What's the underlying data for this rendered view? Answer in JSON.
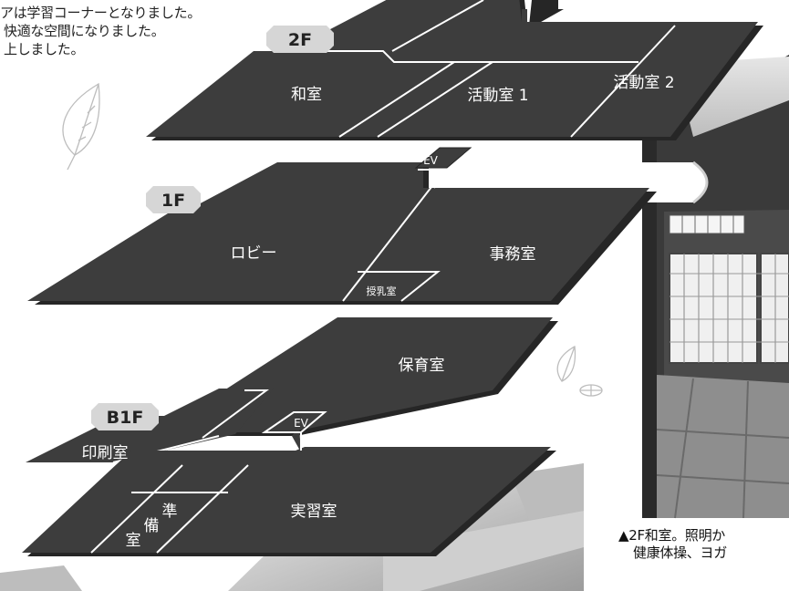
{
  "intro_text": {
    "line1": "アは学習コーナーとなりました。",
    "line2": "快適な空間になりました。",
    "line3": "上しました。"
  },
  "floors": {
    "f2": {
      "badge": "2F",
      "rooms": {
        "washitsu": "和室",
        "katsudo1": "活動室 1",
        "katsudo2": "活動室 2"
      }
    },
    "f1": {
      "badge": "1F",
      "rooms": {
        "lobby": "ロビー",
        "jimu": "事務室",
        "junyu": "授乳室"
      },
      "ev": "EV"
    },
    "b1": {
      "badge": "B1F",
      "rooms": {
        "hoiku": "保育室",
        "insatsu": "印刷室",
        "jisshu": "実習室",
        "jun": "準",
        "bi": "備",
        "shitsu": "室"
      },
      "ev": "EV"
    }
  },
  "photo_caption": {
    "line1": "▲2F和室。照明か",
    "line2": "健康体操、ヨガ"
  },
  "colors": {
    "floor_fill": "#3d3d3d",
    "floor_shadow": "#262626",
    "line_white": "#ffffff",
    "badge_fill": "#d6d6d6",
    "badge_text": "#222222",
    "photo_dark": "#3a3a3a",
    "photo_wall": "#e9e9e9"
  },
  "icons": [
    "leaf-icon",
    "leaf-small-icon"
  ]
}
